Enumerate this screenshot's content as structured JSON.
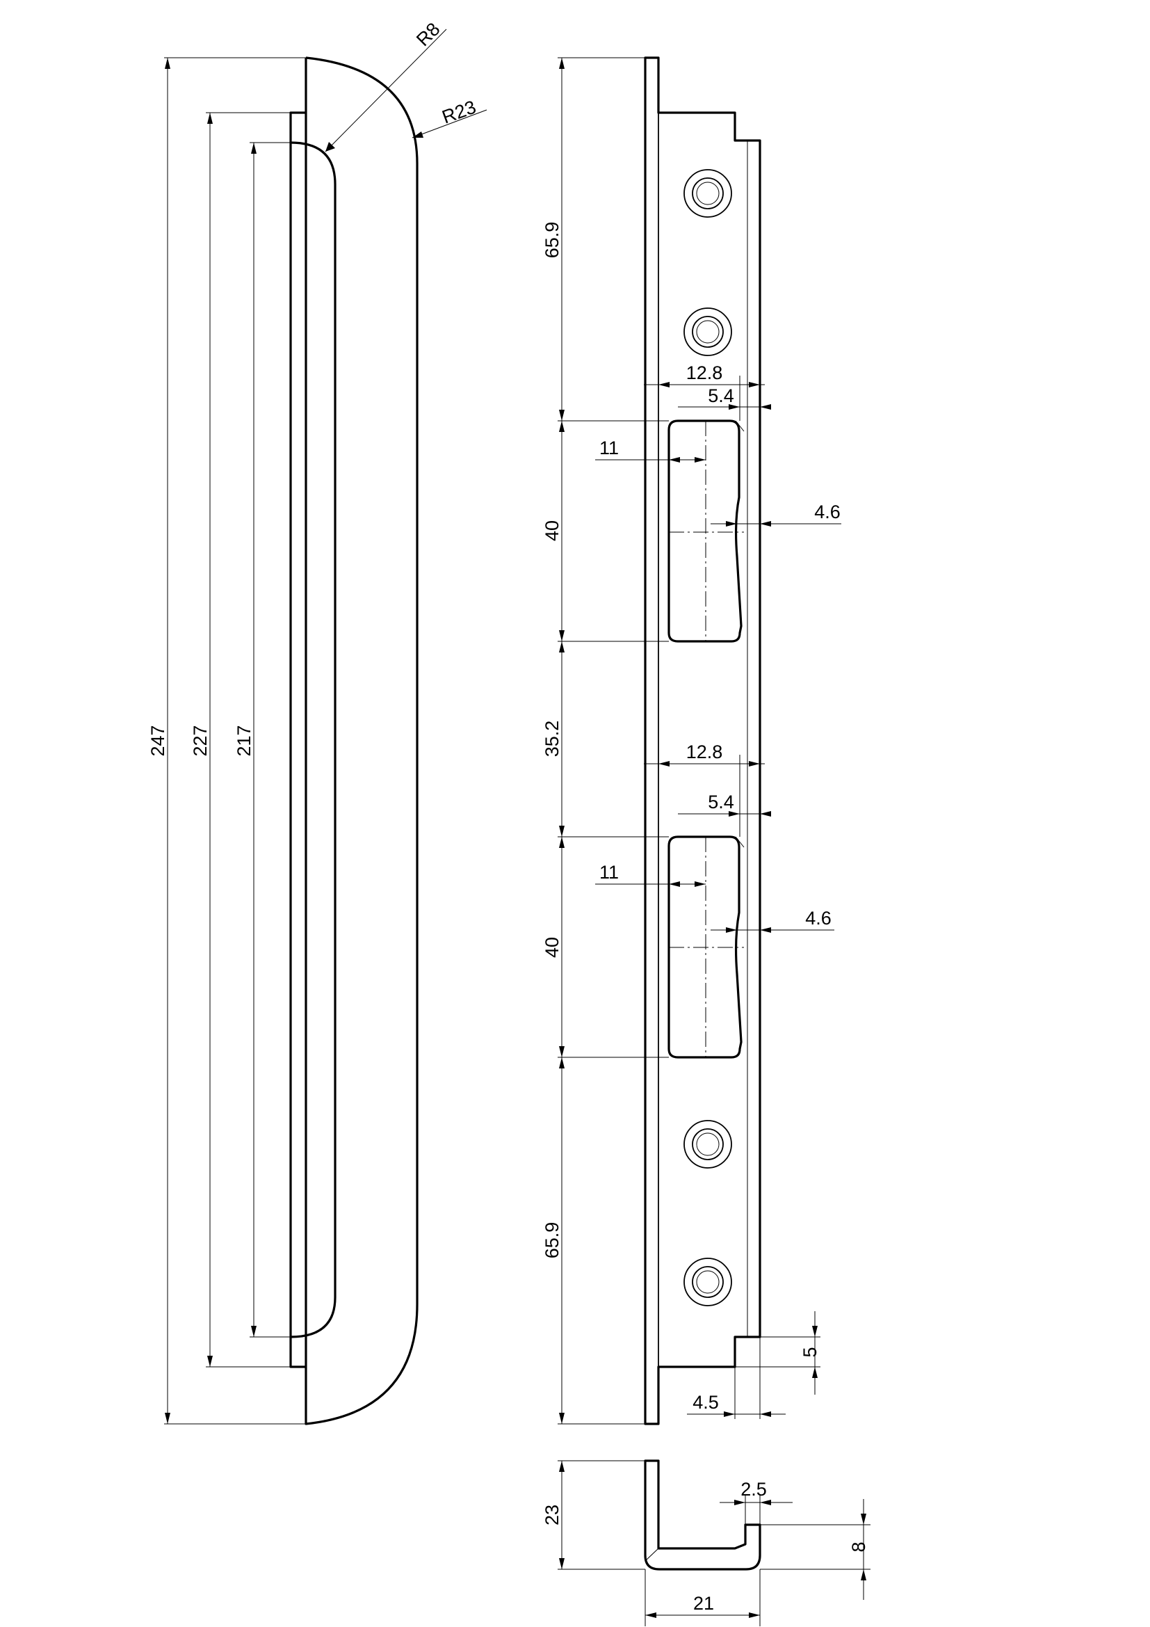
{
  "drawing": {
    "side_view": {
      "radii": {
        "r_inner": "R8",
        "r_outer": "R23"
      },
      "heights": {
        "h1": "247",
        "h2": "227",
        "h3": "217"
      }
    },
    "front_view": {
      "vertical": {
        "top_segment": "65.9",
        "slot1_height": "40",
        "between_slots": "35.2",
        "slot2_height": "40",
        "bottom_segment": "65.9"
      },
      "slot1": {
        "width": "12.8",
        "inset": "5.4",
        "center_offset": "11",
        "edge_depth": "4.6"
      },
      "slot2": {
        "width": "12.8",
        "inset": "5.4",
        "center_offset": "11",
        "edge_depth": "4.6"
      },
      "notch": {
        "height": "5",
        "width": "4.5"
      }
    },
    "section_view": {
      "height": "23",
      "width": "21",
      "lip_height": "8",
      "thickness": "2.5"
    }
  }
}
